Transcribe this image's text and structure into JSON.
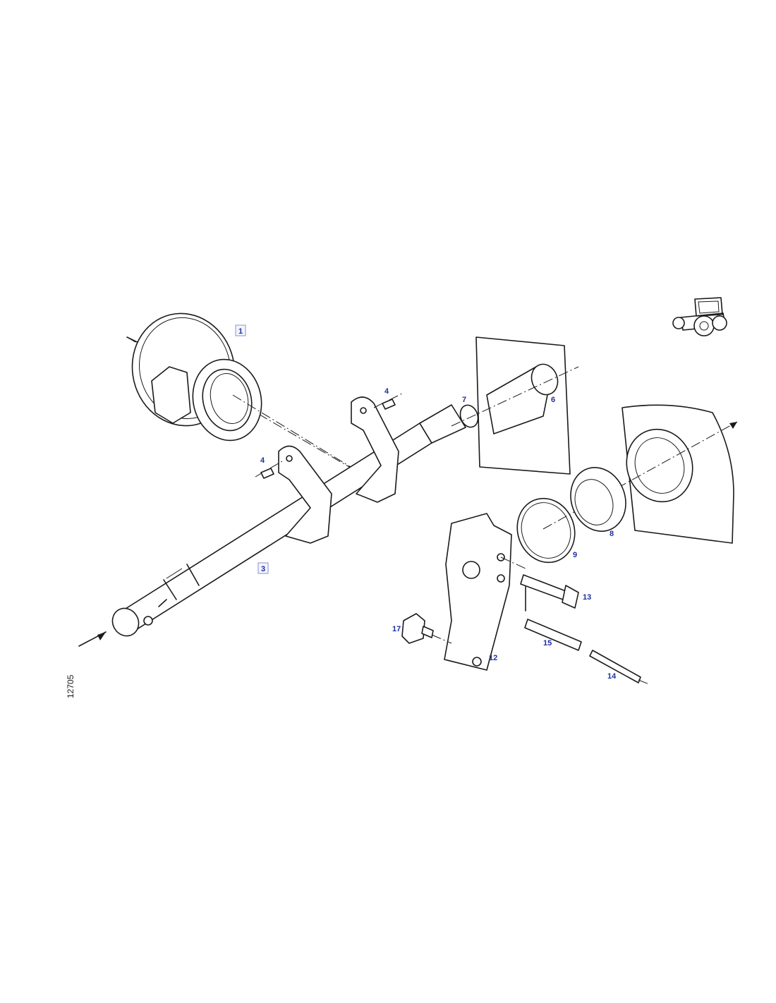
{
  "figure_ref": "12705",
  "callouts": {
    "c1": "1",
    "c3": "3",
    "c4a": "4",
    "c4b": "4",
    "c6": "6",
    "c7": "7",
    "c8": "8",
    "c9": "9",
    "c12": "12",
    "c13": "13",
    "c14": "14",
    "c15": "15",
    "c17": "17"
  },
  "colors": {
    "callout_text": "#1e2fa0",
    "line": "#1a1a1a"
  },
  "icons": {
    "vehicle": "tractor-icon"
  }
}
